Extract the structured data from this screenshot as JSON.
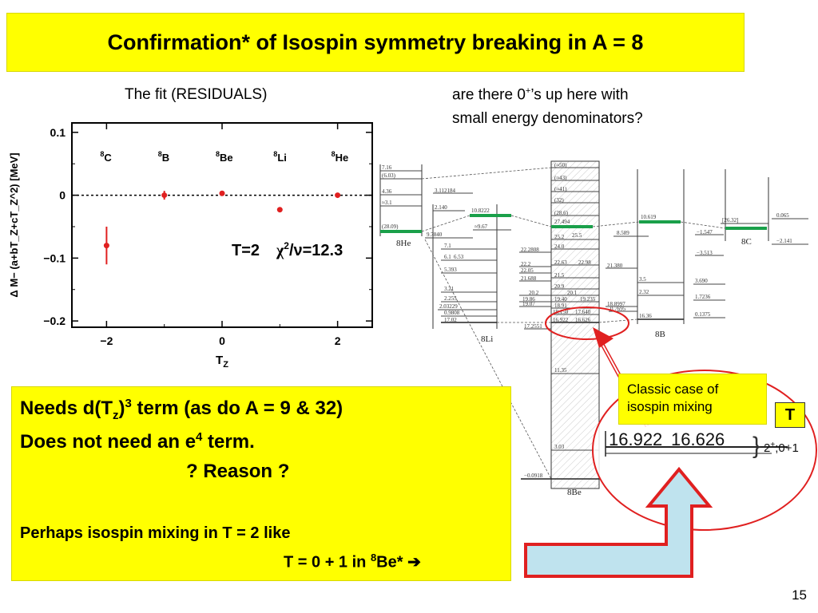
{
  "title": "Confirmation* of Isospin symmetry breaking in A = 8",
  "left_caption": "The fit (RESIDUALS)",
  "right_caption_line1_pre": "are there 0",
  "right_caption_line1_sup": "+",
  "right_caption_line1_post": "’s up here with",
  "right_caption_line2": "small energy denominators?",
  "chart_data": {
    "type": "scatter",
    "ylabel": "Δ M− (a+bT_Z+cT_Z^2) [MeV]",
    "xlabel": "T_Z",
    "xlim": [
      -2.6,
      2.6
    ],
    "ylim": [
      -0.21,
      0.115
    ],
    "xticks": [
      "−2",
      "0",
      "2"
    ],
    "yticks": [
      "0.1",
      "0",
      "−0.1",
      "−0.2"
    ],
    "points": [
      {
        "label_mass": "8",
        "label_el": "C",
        "x": -2,
        "y": -0.08,
        "err": 0.03
      },
      {
        "label_mass": "8",
        "label_el": "B",
        "x": -1,
        "y": 0.0,
        "err": 0.007
      },
      {
        "label_mass": "8",
        "label_el": "Be",
        "x": 0,
        "y": 0.003,
        "err": 0.002
      },
      {
        "label_mass": "8",
        "label_el": "Li",
        "x": 1,
        "y": -0.023,
        "err": 0.004
      },
      {
        "label_mass": "8",
        "label_el": "He",
        "x": 2,
        "y": 0.0,
        "err": 0.002
      }
    ],
    "annotation_T": "T=2",
    "annotation_chi_sym": "χ",
    "annotation_chi_sup": "2",
    "annotation_chi_rest": "/ν=12.3",
    "color": "#e02020"
  },
  "level_diagram": {
    "he8_levels": [
      "7.16",
      "(6.03)",
      "4.36",
      "≈3.1",
      "(28.09)"
    ],
    "li8_levels": [
      "3.112184",
      "2.140",
      "10.8222",
      "≈9.67",
      "9.7840",
      "7.1",
      "6.53",
      "6.1",
      "5.393",
      "3.21",
      "2.255",
      "2.03229",
      "0.9808",
      "17.02"
    ],
    "be8_levels": [
      "(≈50)",
      "(≈43)",
      "(≈41)",
      "(32)",
      "(28.6)",
      "27.494",
      "25.5",
      "25.2",
      "24.0",
      "22.2808",
      "22.63",
      "22.98",
      "22.2",
      "22.05",
      "21.688",
      "21.5",
      "20.9",
      "20.2",
      "20.1",
      "19.86",
      "19.40",
      "19.235",
      "19.07",
      "18.91",
      "18.150",
      "17.640",
      "16.922",
      "16.626",
      "17.2551",
      "11.35",
      "3.03",
      "−0.0918"
    ],
    "b8_levels": [
      "10.619",
      "8.589",
      "21.380",
      "3.5",
      "2.32",
      "18.8997",
      "0.7695",
      "16.36"
    ],
    "c8_levels": [
      "[26.32]",
      "0.065",
      "−1.547",
      "−2.141",
      "−3.513",
      "3.690",
      "1.7236",
      "0.1375"
    ],
    "nuclei": [
      "8He",
      "8Li",
      "8Be",
      "8B",
      "8C"
    ],
    "zoom_left": "16.922",
    "zoom_right": "16.626",
    "zoom_jpi": "2",
    "zoom_jpi_sup": "+",
    "zoom_jpi_t": ";0+1"
  },
  "notes": {
    "line1_a": "Needs d(T",
    "line1_sub": "z",
    "line1_b": ")",
    "line1_sup": "3",
    "line1_c": " term (as do A = 9 & 32)",
    "line2_a": "Does not need an e",
    "line2_sup": "4",
    "line2_b": " term.",
    "line3": "? Reason ?",
    "line4": "Perhaps isospin mixing in T = 2 like",
    "line5_a": "T = 0 + 1 in ",
    "line5_sup": "8",
    "line5_b": "Be*",
    "line5_arrow": "➔"
  },
  "classic_line1": "Classic case of",
  "classic_line2": "isospin mixing",
  "t_label": "T",
  "page_number": "15"
}
